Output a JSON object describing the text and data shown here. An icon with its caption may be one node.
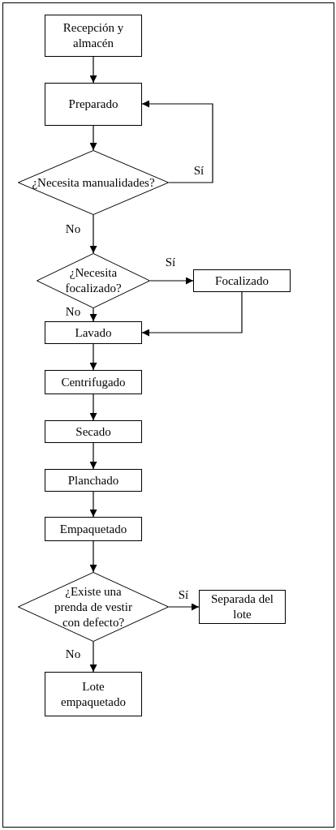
{
  "diagram": {
    "nodes": [
      {
        "text": [
          "Recepción y almacén"
        ]
      },
      {
        "text": [
          "Preparado"
        ]
      },
      {
        "text": [
          "¿Necesita manualidades?"
        ]
      },
      {
        "text": [
          "¿Necesita focalizado?"
        ]
      },
      {
        "text": [
          "Focalizado"
        ]
      },
      {
        "text": [
          "Lavado"
        ]
      },
      {
        "text": [
          "Centrifugado"
        ]
      },
      {
        "text": [
          "Secado"
        ]
      },
      {
        "text": [
          "Planchado"
        ]
      },
      {
        "text": [
          "Empaquetado"
        ]
      },
      {
        "text": [
          "¿Existe una prenda de vestir con defecto?"
        ]
      },
      {
        "text": [
          "Separada del lote"
        ]
      },
      {
        "text": [
          "Lote empaquetado"
        ]
      }
    ],
    "edges": [
      {
        "from": 0,
        "to": 1,
        "arrow": "to"
      },
      {
        "from": 1,
        "to": 2,
        "arrow": "to"
      },
      {
        "from": 2,
        "to": 1,
        "arrow": "to",
        "label": "Sí"
      },
      {
        "from": 2,
        "to": 3,
        "arrow": "to",
        "label": "No"
      },
      {
        "from": 3,
        "to": 4,
        "arrow": "to",
        "label": "Sí"
      },
      {
        "from": 3,
        "to": 5,
        "arrow": "to",
        "label": "No"
      },
      {
        "from": 4,
        "to": 5,
        "arrow": "to"
      },
      {
        "from": 5,
        "to": 6,
        "arrow": "to"
      },
      {
        "from": 6,
        "to": 7,
        "arrow": "to"
      },
      {
        "from": 7,
        "to": 8,
        "arrow": "to"
      },
      {
        "from": 8,
        "to": 9,
        "arrow": "to"
      },
      {
        "from": 9,
        "to": 10,
        "arrow": "to"
      },
      {
        "from": 10,
        "to": 11,
        "arrow": "to",
        "label": "Sí"
      },
      {
        "from": 10,
        "to": 12,
        "arrow": "to",
        "label": "No"
      }
    ]
  }
}
